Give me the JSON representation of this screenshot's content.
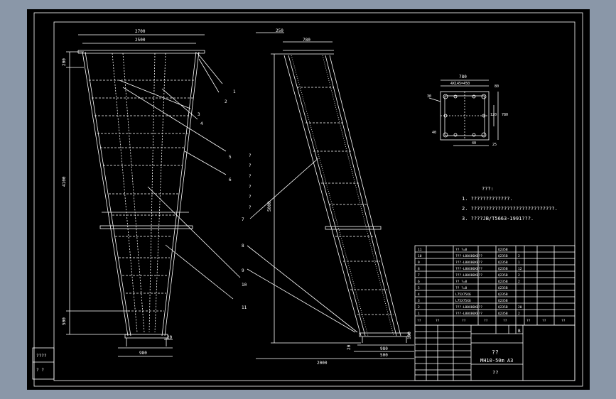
{
  "colors": {
    "line": "#ffffff",
    "background": "#000000",
    "window": "#8a97a8"
  },
  "left_view": {
    "dims": {
      "top_outer": "2700",
      "top_inner": "2500",
      "left_top": "200",
      "height": "4100",
      "bottom_left": "500",
      "base": "980",
      "base_right": "20"
    },
    "parts": [
      "1",
      "2",
      "3",
      "4",
      "5",
      "6",
      "7",
      "8",
      "9",
      "10",
      "11"
    ],
    "legend_marks": [
      "?",
      "?",
      "?",
      "?",
      "?",
      "?"
    ]
  },
  "right_view": {
    "dims": {
      "top_offset": "250",
      "top_width": "780",
      "height_total": "5000",
      "base": "980",
      "bottom_offset": "500",
      "bottom_right": "100",
      "base_left": "20",
      "total_width": "2000"
    }
  },
  "detail_view": {
    "dims": {
      "width": "780",
      "inner": "4X145=450",
      "h1": "80",
      "h2": "120",
      "side": "780",
      "b1": "40",
      "b2": "25",
      "hole": "30",
      "corner": "40"
    }
  },
  "notes": {
    "title": "???:",
    "lines": [
      "1. ?????????????.",
      "2. ????????????????????????????.",
      "3. ????JB/T5663-1991???."
    ]
  },
  "parts_table": {
    "rows": [
      {
        "no": "11",
        "name": "?? ?=8",
        "mat": "Q235B",
        "qty": ""
      },
      {
        "no": "10",
        "name": "???-L80X80X8??",
        "mat": "Q235B",
        "qty": "2"
      },
      {
        "no": "9",
        "name": "???-L80X80X8??",
        "mat": "Q235B",
        "qty": "1"
      },
      {
        "no": "8",
        "name": "???-L80X80X8??",
        "mat": "Q235B",
        "qty": "12"
      },
      {
        "no": "7",
        "name": "???-L80X80X8??",
        "mat": "Q235B",
        "qty": "2"
      },
      {
        "no": "6",
        "name": "?? ?=8",
        "mat": "Q235B",
        "qty": "2"
      },
      {
        "no": "5",
        "name": "?? ?=8",
        "mat": "Q235B",
        "qty": ""
      },
      {
        "no": "4",
        "name": "L75X75X6",
        "mat": "Q235B",
        "qty": ""
      },
      {
        "no": "3",
        "name": "L75X75X6",
        "mat": "Q235B",
        "qty": ""
      },
      {
        "no": "2",
        "name": "???-L80X80X8??",
        "mat": "Q235B",
        "qty": "20"
      },
      {
        "no": "1",
        "name": "???-L80X80X8??",
        "mat": "Q235B",
        "qty": "2"
      }
    ],
    "header": [
      "??",
      "??",
      "??",
      "??",
      "??",
      "??",
      "??",
      "??"
    ]
  },
  "title_block": {
    "title": "??",
    "drawing_no": "MH10-50m A3",
    "company": "??",
    "sheet_label": "B"
  },
  "side_labels": {
    "top": "????",
    "bottom": "?  ?"
  }
}
